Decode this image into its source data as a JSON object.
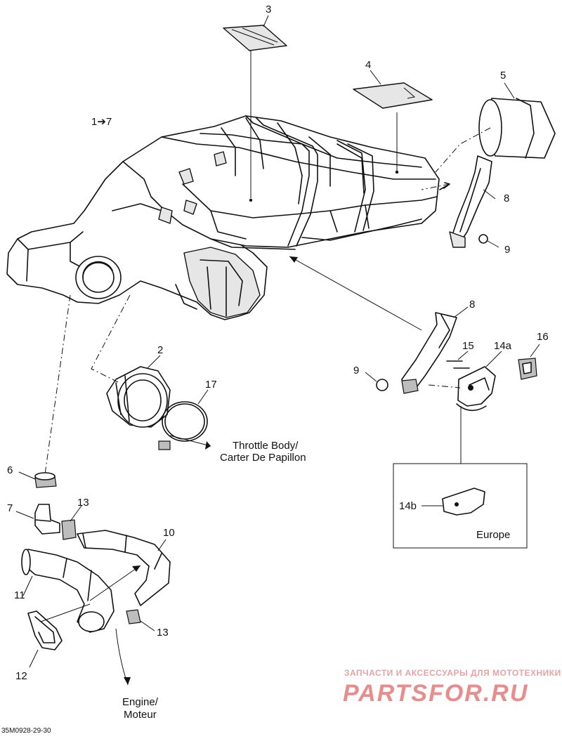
{
  "diagram": {
    "callouts": {
      "c3": "3",
      "c4": "4",
      "c5": "5",
      "c1_7": "1➔7",
      "c8_top": "8",
      "c9_top": "9",
      "c8_mid": "8",
      "c15": "15",
      "c14a": "14a",
      "c16": "16",
      "c9_mid": "9",
      "c2": "2",
      "c17": "17",
      "c6": "6",
      "c7": "7",
      "c13_top": "13",
      "c10": "10",
      "c11": "11",
      "c12": "12",
      "c13_bottom": "13",
      "c14b": "14b"
    },
    "captions": {
      "throttle_line1": "Throttle Body/",
      "throttle_line2": "Carter De Papillon",
      "engine_line1": "Engine/",
      "engine_line2": "Moteur",
      "europe": "Europe"
    },
    "doc_id": "35M0928-29-30",
    "watermark": {
      "tagline": "ЗАПЧАСТИ И АКСЕССУАРЫ ДЛЯ МОТОТЕХНИКИ",
      "brand": "PARTSFOR.RU"
    }
  }
}
